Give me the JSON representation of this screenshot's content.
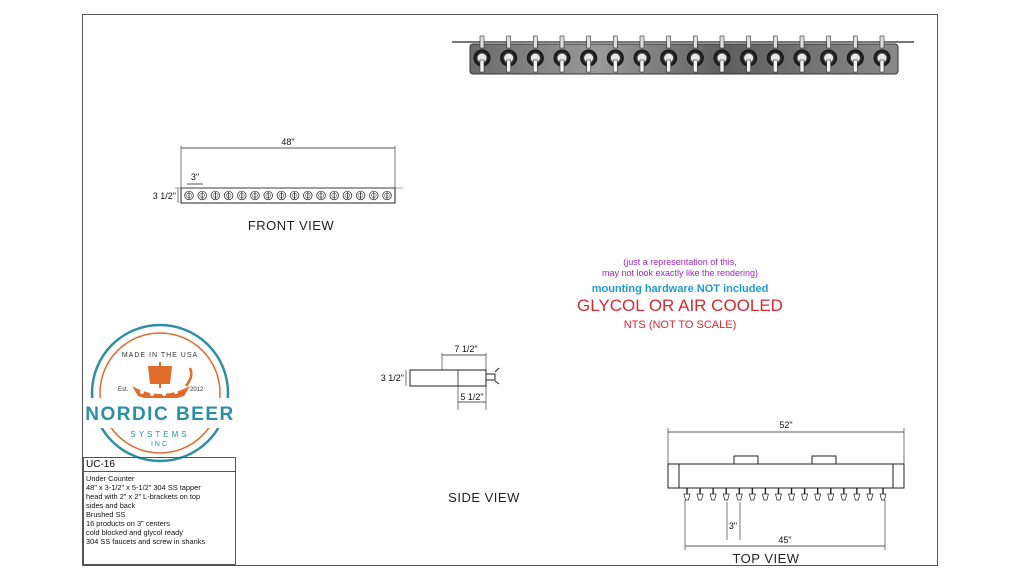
{
  "drawing": {
    "logo": {
      "top_text": "MADE IN THE USA",
      "brand": "NORDIC BEER",
      "sub": "SYSTEMS",
      "inc": "INC",
      "est_left": "Est.",
      "est_right": "2012"
    },
    "front_view": {
      "label": "FRONT VIEW",
      "width_dim": "48\"",
      "spacing_dim": "3\"",
      "height_dim": "3 1/2\"",
      "faucet_count": 16
    },
    "side_view": {
      "label": "SIDE VIEW",
      "top_dim": "7 1/2\"",
      "height_dim": "3 1/2\"",
      "bottom_dim": "5 1/2\""
    },
    "top_view": {
      "label": "TOP VIEW",
      "overall_dim": "52\"",
      "spacing_dim": "3\"",
      "inner_dim": "45\"",
      "faucet_count": 16
    },
    "render_faucet_count": 16,
    "notes": {
      "representation_line1": "(just a representation of this,",
      "representation_line2": "may not look exactly like the rendering)",
      "mounting": "mounting hardware NOT included",
      "cooling": "GLYCOL OR AIR COOLED",
      "scale": "NTS (NOT TO SCALE)"
    },
    "info_box": {
      "model": "UC-16",
      "lines": [
        "Under Counter",
        "48\" x 3-1/2\" x 5-1/2\" 304 SS tapper",
        "head with 2\" x 2\" L-brackets on top",
        "sides and back",
        "Brushed SS",
        "16 products on 3\" centers",
        "cold blocked and glycol ready",
        "304 SS faucets and screw in shanks"
      ]
    },
    "colors": {
      "logo_orange": "#e06b2a",
      "logo_teal": "#2f8ea6",
      "note_purple": "#9b28c8",
      "note_blue": "#1e9bd2",
      "note_red": "#d7282f"
    }
  }
}
